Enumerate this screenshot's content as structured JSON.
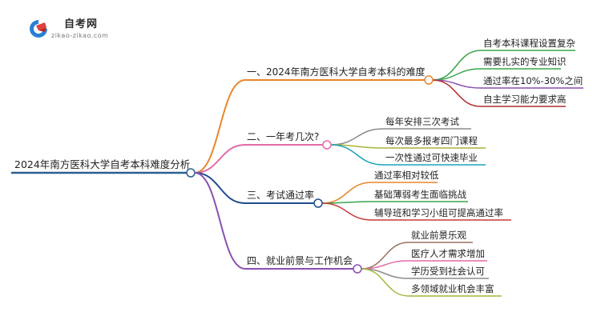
{
  "logo": {
    "title": "自考网",
    "subtitle": "zikao-zikao.com"
  },
  "mindmap": {
    "root": {
      "label": "2024年南方医科大学自考本科难度分析",
      "color": "#2a5f8f"
    },
    "branches": [
      {
        "label": "一、2024年南方医科大学自考本科的难度",
        "color": "#e8862b",
        "children": [
          {
            "label": "自考本科课程设置复杂",
            "color": "#3aa54a"
          },
          {
            "label": "需要扎实的专业知识",
            "color": "#3aa54a"
          },
          {
            "label": "通过率在10%-30%之间",
            "color": "#8a4fb0"
          },
          {
            "label": "自主学习能力要求高",
            "color": "#b32d2d"
          }
        ]
      },
      {
        "label": "二、一年考几次?",
        "color": "#e36aa8",
        "children": [
          {
            "label": "每年安排三次考试",
            "color": "#8c8c8c"
          },
          {
            "label": "每次最多报考四门课程",
            "color": "#a8b43a"
          },
          {
            "label": "一次性通过可快速毕业",
            "color": "#1aa3b8"
          }
        ]
      },
      {
        "label": "三、考试通过率",
        "color": "#1f4e8c",
        "children": [
          {
            "label": "通过率相对较低",
            "color": "#e8862b"
          },
          {
            "label": "基础薄弱考生面临挑战",
            "color": "#3aa54a"
          },
          {
            "label": "辅导班和学习小组可提高通过率",
            "color": "#c83a3a"
          }
        ]
      },
      {
        "label": "四、就业前景与工作机会",
        "color": "#8a4fb0",
        "children": [
          {
            "label": "就业前景乐观",
            "color": "#9a7060"
          },
          {
            "label": "医疗人才需求增加",
            "color": "#e36aa8"
          },
          {
            "label": "学历受到社会认可",
            "color": "#8c8c8c"
          },
          {
            "label": "多领域就业机会丰富",
            "color": "#a8b43a"
          }
        ]
      }
    ]
  }
}
